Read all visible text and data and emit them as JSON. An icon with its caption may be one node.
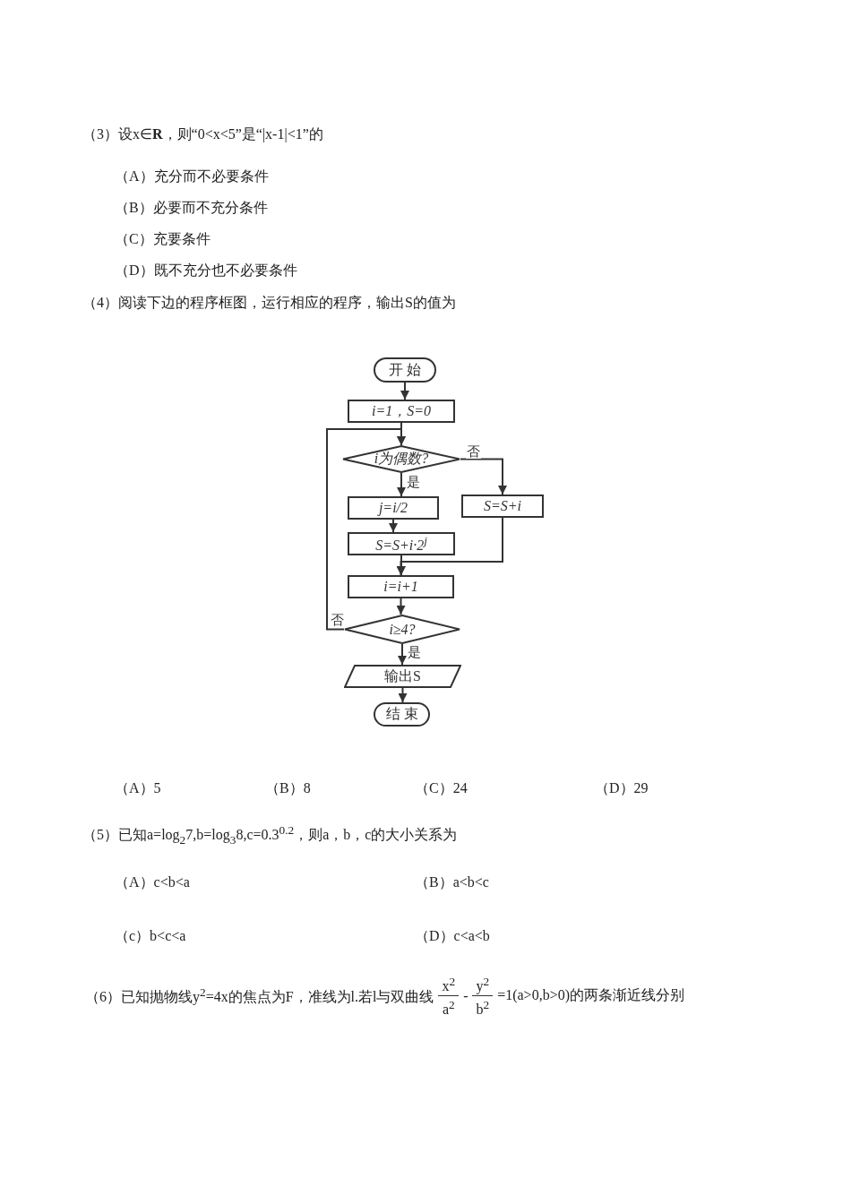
{
  "diagram": {
    "nodes": [
      {
        "text": [
          "开 始"
        ]
      },
      {
        "text": [
          "i=1，S=0"
        ]
      },
      {
        "text": [
          "i为偶数?"
        ]
      },
      {
        "text": [
          "j=i/2"
        ]
      },
      {
        "text": [
          "S=S+i"
        ]
      },
      {
        "text": [
          "S=S+i·2$^{j}$"
        ]
      },
      {
        "text": [
          "i=i+1"
        ]
      },
      {
        "text": [
          "i≥4?"
        ]
      },
      {
        "text": [
          "输出S"
        ]
      },
      {
        "text": [
          "结 束"
        ]
      }
    ],
    "edges": [
      {
        "from": 0,
        "to": 1,
        "arrow": "to"
      },
      {
        "from": 1,
        "to": 2,
        "arrow": "to"
      },
      {
        "from": 2,
        "to": 3,
        "arrow": "to",
        "label": "是"
      },
      {
        "from": 2,
        "to": 4,
        "arrow": "to",
        "label": "否"
      },
      {
        "from": 3,
        "to": 5,
        "arrow": "to"
      },
      {
        "from": 5,
        "to": 6,
        "arrow": "to"
      },
      {
        "from": 4,
        "to": 6,
        "arrow": "to"
      },
      {
        "from": 6,
        "to": 7,
        "arrow": "to"
      },
      {
        "from": 7,
        "to": 8,
        "arrow": "to",
        "label": "是"
      },
      {
        "from": 7,
        "to": 2,
        "arrow": "to",
        "label": "否"
      },
      {
        "from": 8,
        "to": 9,
        "arrow": "to"
      }
    ],
    "labels": [
      "（3）设x∈**R**，则“0<x<5”是“|x-1|<1”的",
      "（A）充分而不必要条件",
      "（B）必要而不充分条件",
      "（C）充要条件",
      "（D）既不充分也不必要条件",
      "（4）阅读下边的程序框图，运行相应的程序，输出S的值为",
      "（A）5",
      "（B）8",
      "（C）24",
      "（D）29",
      "（5）已知a=log$_{2}$7,b=log$_{3}$8,c=0.3$^{0.2}$，则a，b，c的大小关系为",
      "（A）c<b<a",
      "（B）a<b<c",
      "（c）b<c<a",
      "（D）c<a<b",
      "（6）已知抛物线y$^{2}$=4x的焦点为F，准线为l.若l与双曲线",
      "x$^{2}$",
      "a$^{2}$",
      "-",
      "y$^{2}$",
      "b$^{2}$",
      "=1(a>0,b>0)的两条渐近线分别"
    ]
  }
}
